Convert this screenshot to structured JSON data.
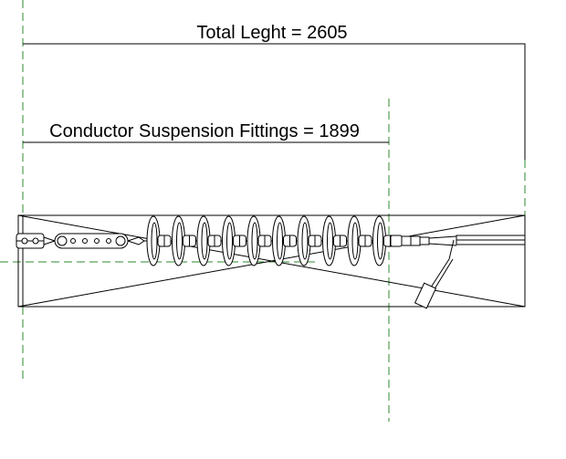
{
  "dimensions": {
    "total_length_label": "Total Leght = 2605",
    "conductor_fittings_label": "Conductor Suspension Fittings = 1899"
  },
  "assembly": {
    "insulator_disc_count": 10
  },
  "colors": {
    "centerline": "#2e8b2e",
    "line": "#000000",
    "background": "#ffffff"
  }
}
